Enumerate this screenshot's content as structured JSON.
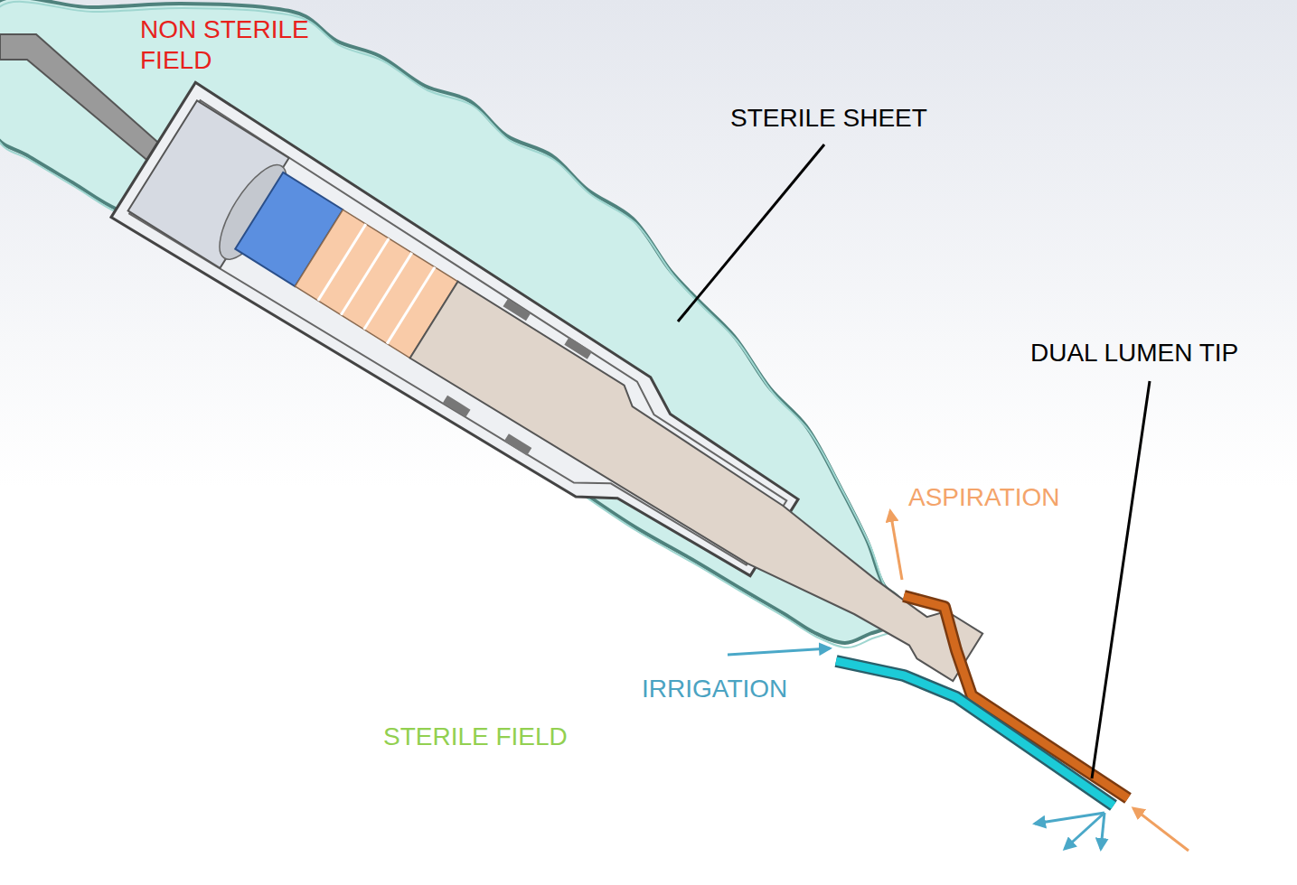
{
  "diagram": {
    "labels": [
      "NON STERILE FIELD",
      "STERILE SHEET",
      "DUAL LUMEN TIP",
      "ASPIRATION",
      "IRRIGATION",
      "STERILE FIELD"
    ]
  }
}
